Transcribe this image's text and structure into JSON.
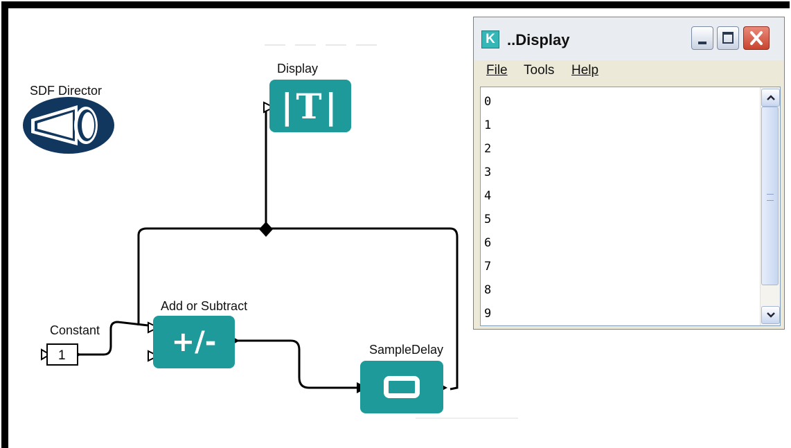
{
  "canvas": {
    "director_label": "SDF Director",
    "display_label": "Display",
    "display_glyph": "|T|",
    "constant_label": "Constant",
    "constant_value": "1",
    "add_label": "Add or Subtract",
    "add_glyph": "+/-",
    "delay_label": "SampleDelay"
  },
  "window": {
    "icon_letter": "K",
    "title": "..Display",
    "menus": {
      "file": "File",
      "tools": "Tools",
      "help": "Help"
    },
    "output_lines": [
      "0",
      "1",
      "2",
      "3",
      "4",
      "5",
      "6",
      "7",
      "8",
      "9"
    ]
  },
  "colors": {
    "actor": "#1e9a9a",
    "director": "#11375f"
  },
  "icons": [
    "minimize-icon",
    "maximize-icon",
    "close-icon",
    "scroll-up-icon",
    "scroll-down-icon"
  ]
}
